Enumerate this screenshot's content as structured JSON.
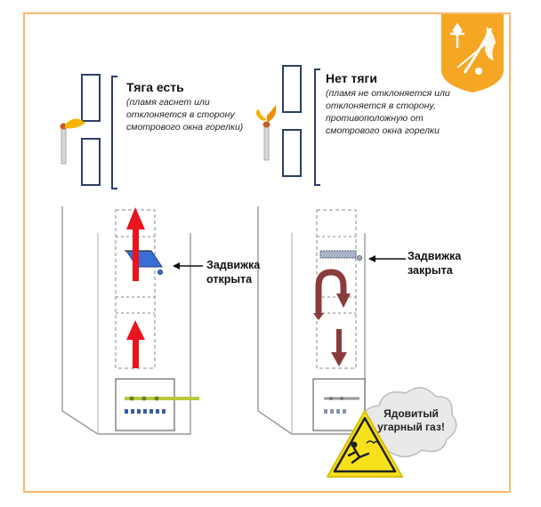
{
  "left": {
    "title": "Тяга есть",
    "note": "(пламя гаснет или отклоняется в сторону смотрового окна горелки)",
    "damper": "Задвижка открыта"
  },
  "right": {
    "title": "Нет тяги",
    "note": "(пламя не отклоняется или отклоняется в сторону, противоположную от смотрового окна горелки",
    "damper": "Задвижка закрыта",
    "warning": "Ядовитый угарный газ!"
  },
  "colors": {
    "frame": "#f5b96a",
    "emblem": "#f5a623",
    "draft_arrow": "#e8141e",
    "backdraft_arrow": "#8a3c3c",
    "damper_open": "#3b6fd6",
    "damper_closed": "#a8b4c8",
    "warning_sign": "#f7e11b"
  },
  "icons": [
    "coat-of-arms-icon",
    "match-icon",
    "warning-sign-icon",
    "cloud-icon"
  ]
}
